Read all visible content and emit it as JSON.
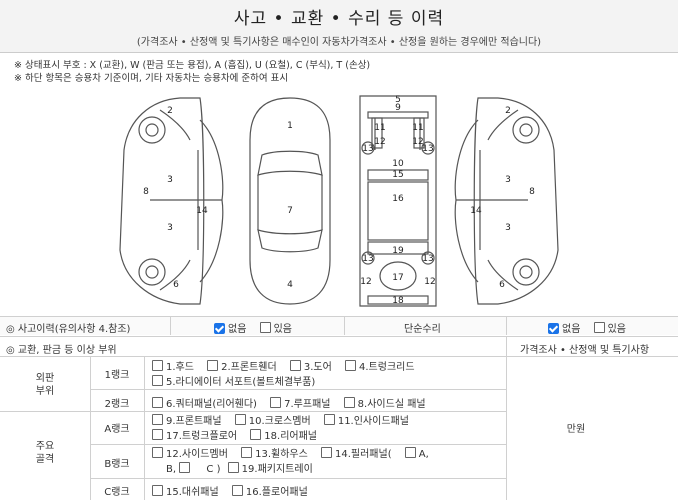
{
  "header": {
    "title": "사고 • 교환 • 수리 등 이력",
    "subtitle": "(가격조사 • 산정액 및 특기사항은 매수인이 자동차가격조사 • 산정을 원하는 경우에만 적습니다)"
  },
  "notes": [
    "※ 상태표시 부호 : X (교환), W (판금 또는 용접), A (흠집), U (요철), C (부식), T (손상)",
    "※ 하단 항목은 승용차 기준이며, 기타 자동차는 승용차에 준하여 표시"
  ],
  "diagram_labels": {
    "left_side": [
      "2",
      "3",
      "8",
      "14",
      "3",
      "6"
    ],
    "hood_top": [
      "1",
      "7",
      "4"
    ],
    "frame": [
      "5",
      "9",
      "11",
      "11",
      "12",
      "12",
      "13",
      "13",
      "10",
      "15",
      "16",
      "19",
      "13",
      "13",
      "17",
      "12",
      "12",
      "18"
    ],
    "right_side": [
      "2",
      "3",
      "8",
      "14",
      "3",
      "6"
    ]
  },
  "accident_row": {
    "label": "◎ 사고이력(유의사항 4.참조)",
    "yes": "없음",
    "no": "있음",
    "simple_repair_label": "단순수리",
    "simple_yes": "없음",
    "simple_no": "있음"
  },
  "exchange_header": {
    "label": "◎ 교환, 판금 등 이상 부위",
    "right_label": "가격조사 • 산정액 및 특기사항"
  },
  "groups": [
    {
      "name_line1": "외판",
      "name_line2": "부위",
      "ranks": [
        {
          "rank": "1랭크",
          "items": [
            "1.후드",
            "2.프론트휀더",
            "3.도어",
            "4.트렁크리드",
            "5.라디에이터 서포트(볼트체결부품)"
          ]
        },
        {
          "rank": "2랭크",
          "items": [
            "6.쿼터패널(리어휀다)",
            "7.루프패널",
            "8.사이드실 패널"
          ]
        }
      ]
    },
    {
      "name_line1": "주요",
      "name_line2": "골격",
      "ranks": [
        {
          "rank": "A랭크",
          "items": [
            "9.프론트패널",
            "10.크로스멤버",
            "11.인사이드패널",
            "17.트렁크플로어",
            "18.리어패널"
          ]
        },
        {
          "rank": "B랭크",
          "items": [
            "12.사이드멤버",
            "13.휠하우스",
            "14.필러패널(",
            "A,",
            "B,",
            "C )",
            "19.패키지트레이"
          ]
        },
        {
          "rank": "C랭크",
          "items": [
            "15.대쉬패널",
            "16.플로어패널"
          ]
        }
      ]
    }
  ],
  "price_unit": "만원"
}
